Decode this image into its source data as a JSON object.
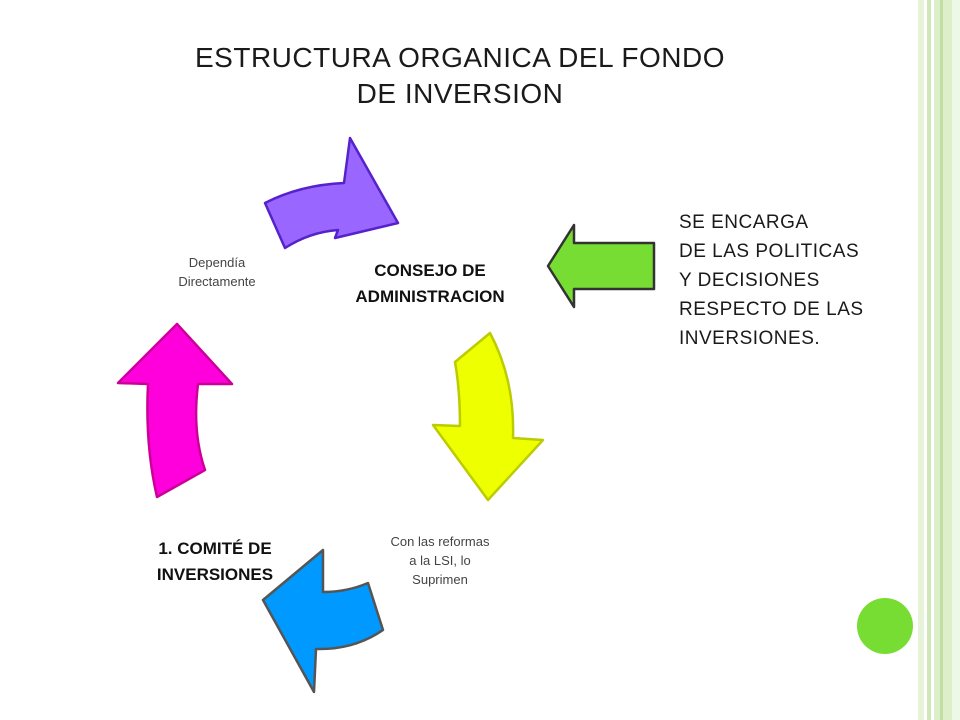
{
  "title": {
    "line1": "ESTRUCTURA ORGANICA DEL FONDO",
    "line2": "DE INVERSION"
  },
  "cycle": {
    "consejo": {
      "line1": "CONSEJO DE",
      "line2": "ADMINISTRACION"
    },
    "comite": {
      "line1": "1. COMITÉ DE",
      "line2": "INVERSIONES"
    },
    "reformas": {
      "line1": "Con las reformas",
      "line2": "a la LSI, lo",
      "line3": "Suprimen"
    },
    "depende": {
      "line1": "Dependía",
      "line2": "Directamente"
    }
  },
  "description": {
    "lines": [
      "SE ENCARGA",
      "DE LAS POLITICAS",
      "Y DECISIONES",
      "RESPECTO DE LAS",
      "INVERSIONES."
    ]
  },
  "colors": {
    "purple_arrow": "#9966FF",
    "yellow_arrow": "#EEFF00",
    "blue_arrow": "#0099FF",
    "magenta_arrow": "#FF00DD",
    "green_arrow": "#77DD33",
    "green_dot": "#77DD33",
    "stripe_light": "#E8F5DA",
    "stripe_mid": "#C8E6B0"
  }
}
